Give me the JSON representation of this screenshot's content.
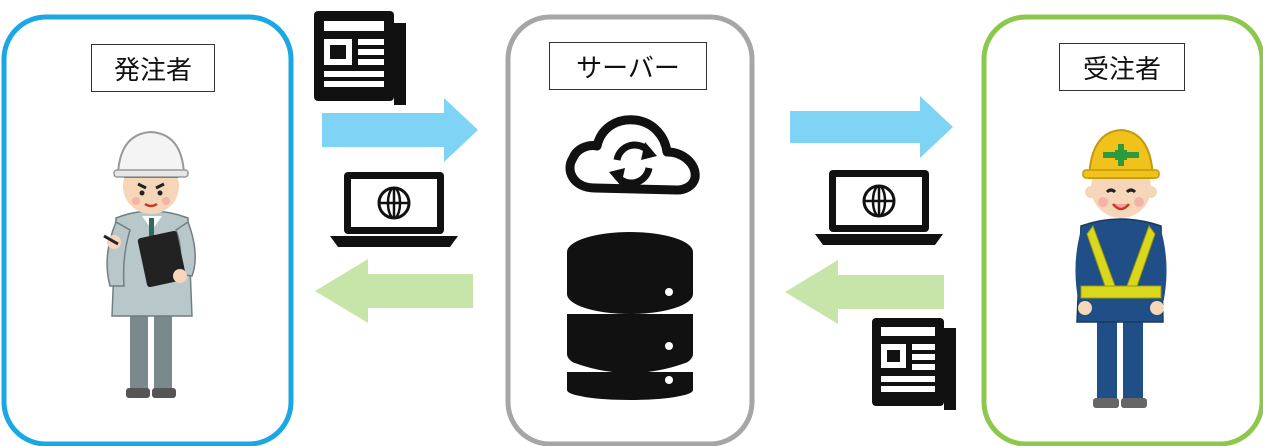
{
  "nodes": {
    "orderer": {
      "label": "発注者",
      "border_color": "#1aa7e4"
    },
    "server": {
      "label": "サーバー",
      "border_color": "#a6a6a6"
    },
    "contractor": {
      "label": "受注者",
      "border_color": "#8cc84b"
    }
  },
  "arrows": {
    "forward_color": "#7fd4f5",
    "backward_color": "#c7e5a8"
  },
  "icons": {
    "document": "newspaper-icon",
    "laptop": "laptop-globe-icon",
    "cloud": "cloud-sync-icon",
    "database": "database-icon"
  }
}
